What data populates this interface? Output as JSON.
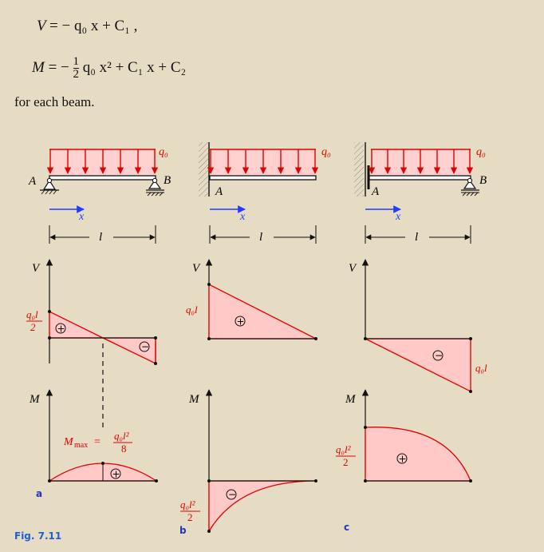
{
  "equations": {
    "v": {
      "lhs": "V",
      "rhs": "= − q₀ x + C₁ ,"
    },
    "m": {
      "lhs": "M",
      "rhs_pre": "= −",
      "num": "1",
      "den": "2",
      "rhs_post": "q₀ x² + C₁ x + C₂"
    }
  },
  "text": {
    "for_each": "for each beam."
  },
  "load_label": "q₀",
  "labels": {
    "a": "A",
    "b": "B",
    "x": "x",
    "l": "l",
    "V": "V",
    "M": "M",
    "q0l": "q₀l",
    "two": "2",
    "q0l2": "q₀l²",
    "eight": "8",
    "mmax": "M",
    "mmax_sub": "max",
    "eq": "="
  },
  "signs": {
    "plus": "+",
    "minus": "−"
  },
  "sub_labels": [
    "a",
    "b",
    "c"
  ],
  "caption": "Fig. 7.11",
  "colors": {
    "load": "#e10000",
    "fill": "#ffc9c7",
    "axis": "#1f3cff",
    "caption": "#1f5fd6",
    "background": "#e6dcc3"
  }
}
